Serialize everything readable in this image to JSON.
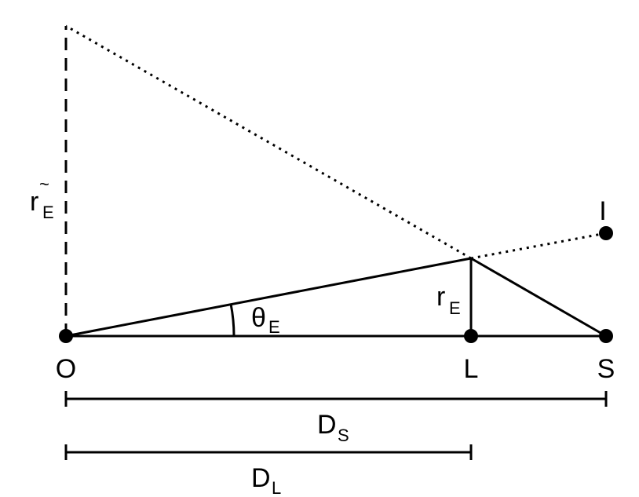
{
  "diagram": {
    "points": {
      "observer": "O",
      "lens": "L",
      "source": "S",
      "image": "I"
    },
    "labels": {
      "einstein_radius_base": "r",
      "einstein_radius_sub": "E",
      "einstein_radius_tilde": "~",
      "projected_radius_base": "r",
      "projected_radius_sub": "E",
      "angle_base": "θ",
      "angle_sub": "E",
      "source_distance_base": "D",
      "source_distance_sub": "S",
      "lens_distance_base": "D",
      "lens_distance_sub": "L"
    },
    "colors": {
      "ink": "#000000",
      "background": "#ffffff"
    }
  }
}
